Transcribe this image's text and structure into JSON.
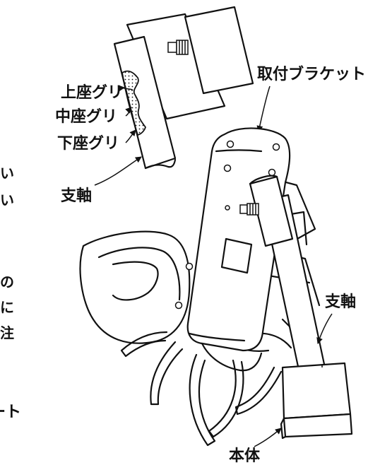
{
  "labels": {
    "upper_counterbore": "上座グリ",
    "middle_counterbore": "中座グリ",
    "lower_counterbore": "下座グリ",
    "shaft_top": "支軸",
    "mounting_bracket": "取付ブラケット",
    "shaft_right": "支軸",
    "body": "本体"
  },
  "margin_text": {
    "chars": [
      "い",
      "い",
      "の",
      "に",
      "注"
    ],
    "bottom_fragment": "ート"
  }
}
